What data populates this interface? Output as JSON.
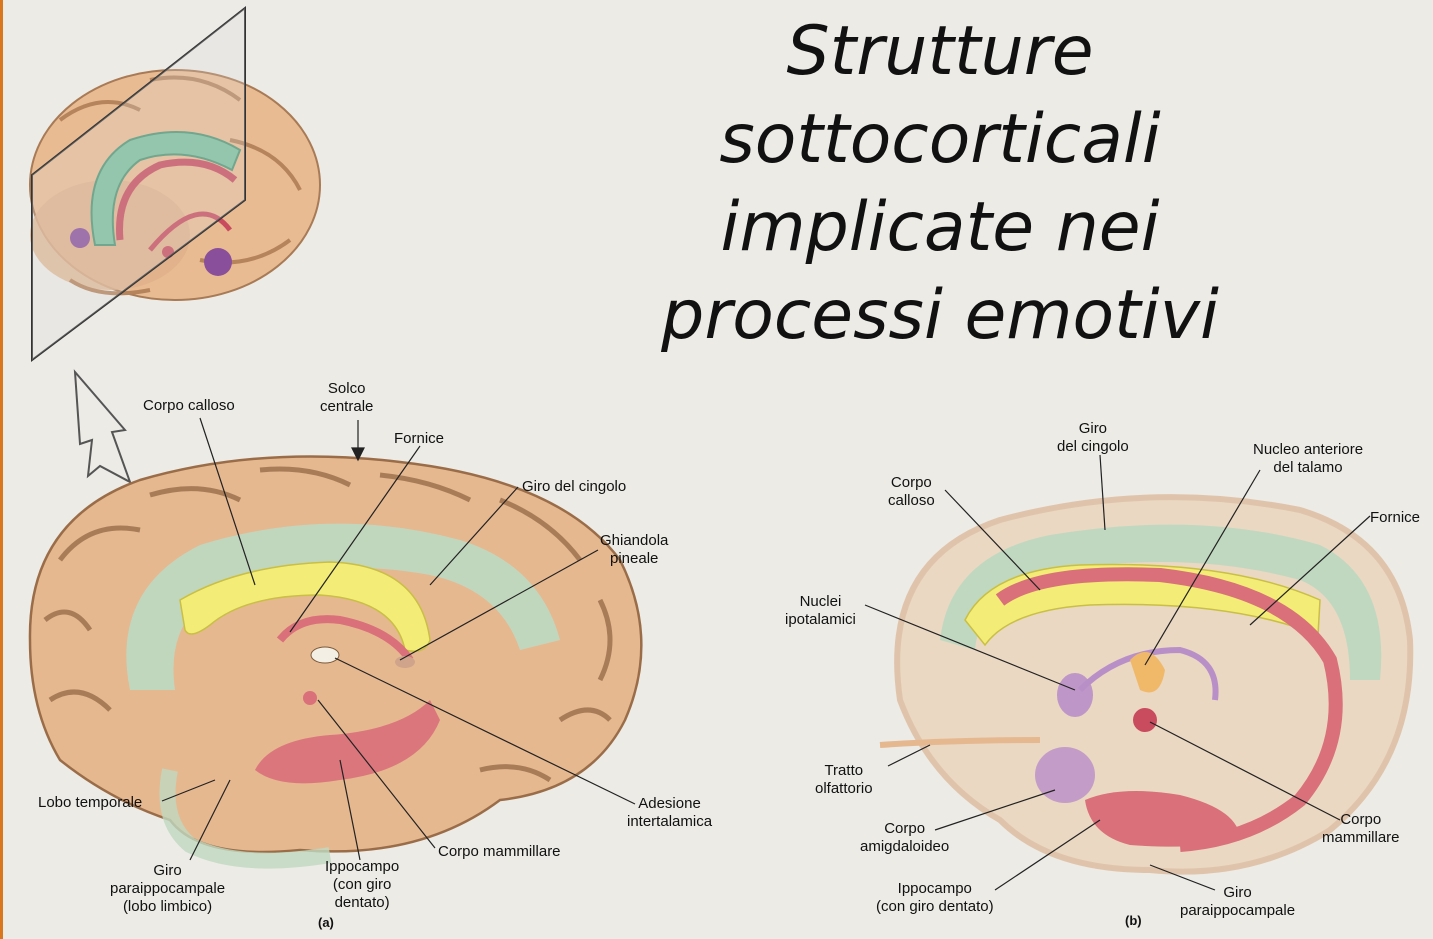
{
  "title": [
    "Strutture",
    "sottocorticali",
    "implicate nei",
    "processi emotivi"
  ],
  "panel_a": {
    "tag": "(a)",
    "labels": {
      "corpo_calloso": "Corpo calloso",
      "solco_centrale": "Solco\ncentrale",
      "fornice": "Fornice",
      "giro_cingolo": "Giro del cingolo",
      "ghiandola_pineale": "Ghiandola\npineale",
      "lobo_temporale": "Lobo temporale",
      "adesione_intertalamica": "Adesione\nintertalamica",
      "corpo_mammillare": "Corpo mammillare",
      "ippocampo": "Ippocampo\n(con giro\ndentato)",
      "giro_paraippocampale": "Giro\nparaippocampale\n(lobo limbico)"
    }
  },
  "panel_b": {
    "tag": "(b)",
    "labels": {
      "giro_cingolo": "Giro\ndel cingolo",
      "nucleo_anteriore": "Nucleo anteriore\ndel talamo",
      "corpo_calloso": "Corpo\ncalloso",
      "fornice": "Fornice",
      "nuclei_ipotalamici": "Nuclei\nipotalamici",
      "tratto_olfattorio": "Tratto\nolfattorio",
      "corpo_mammillare": "Corpo\nmammillare",
      "corpo_amigdaloideo": "Corpo\namigdaloideo",
      "ippocampo": "Ippocampo\n(con giro dentato)",
      "giro_paraippocampale": "Giro\nparaippocampale"
    }
  },
  "colors": {
    "cortex": "#e6b890",
    "limbic_green": "#bfd8c0",
    "callosum_yellow": "#f3ec77",
    "fornix_red": "#d9707a",
    "amygdala_purple": "#b98fc8",
    "title_text": "#111111"
  }
}
